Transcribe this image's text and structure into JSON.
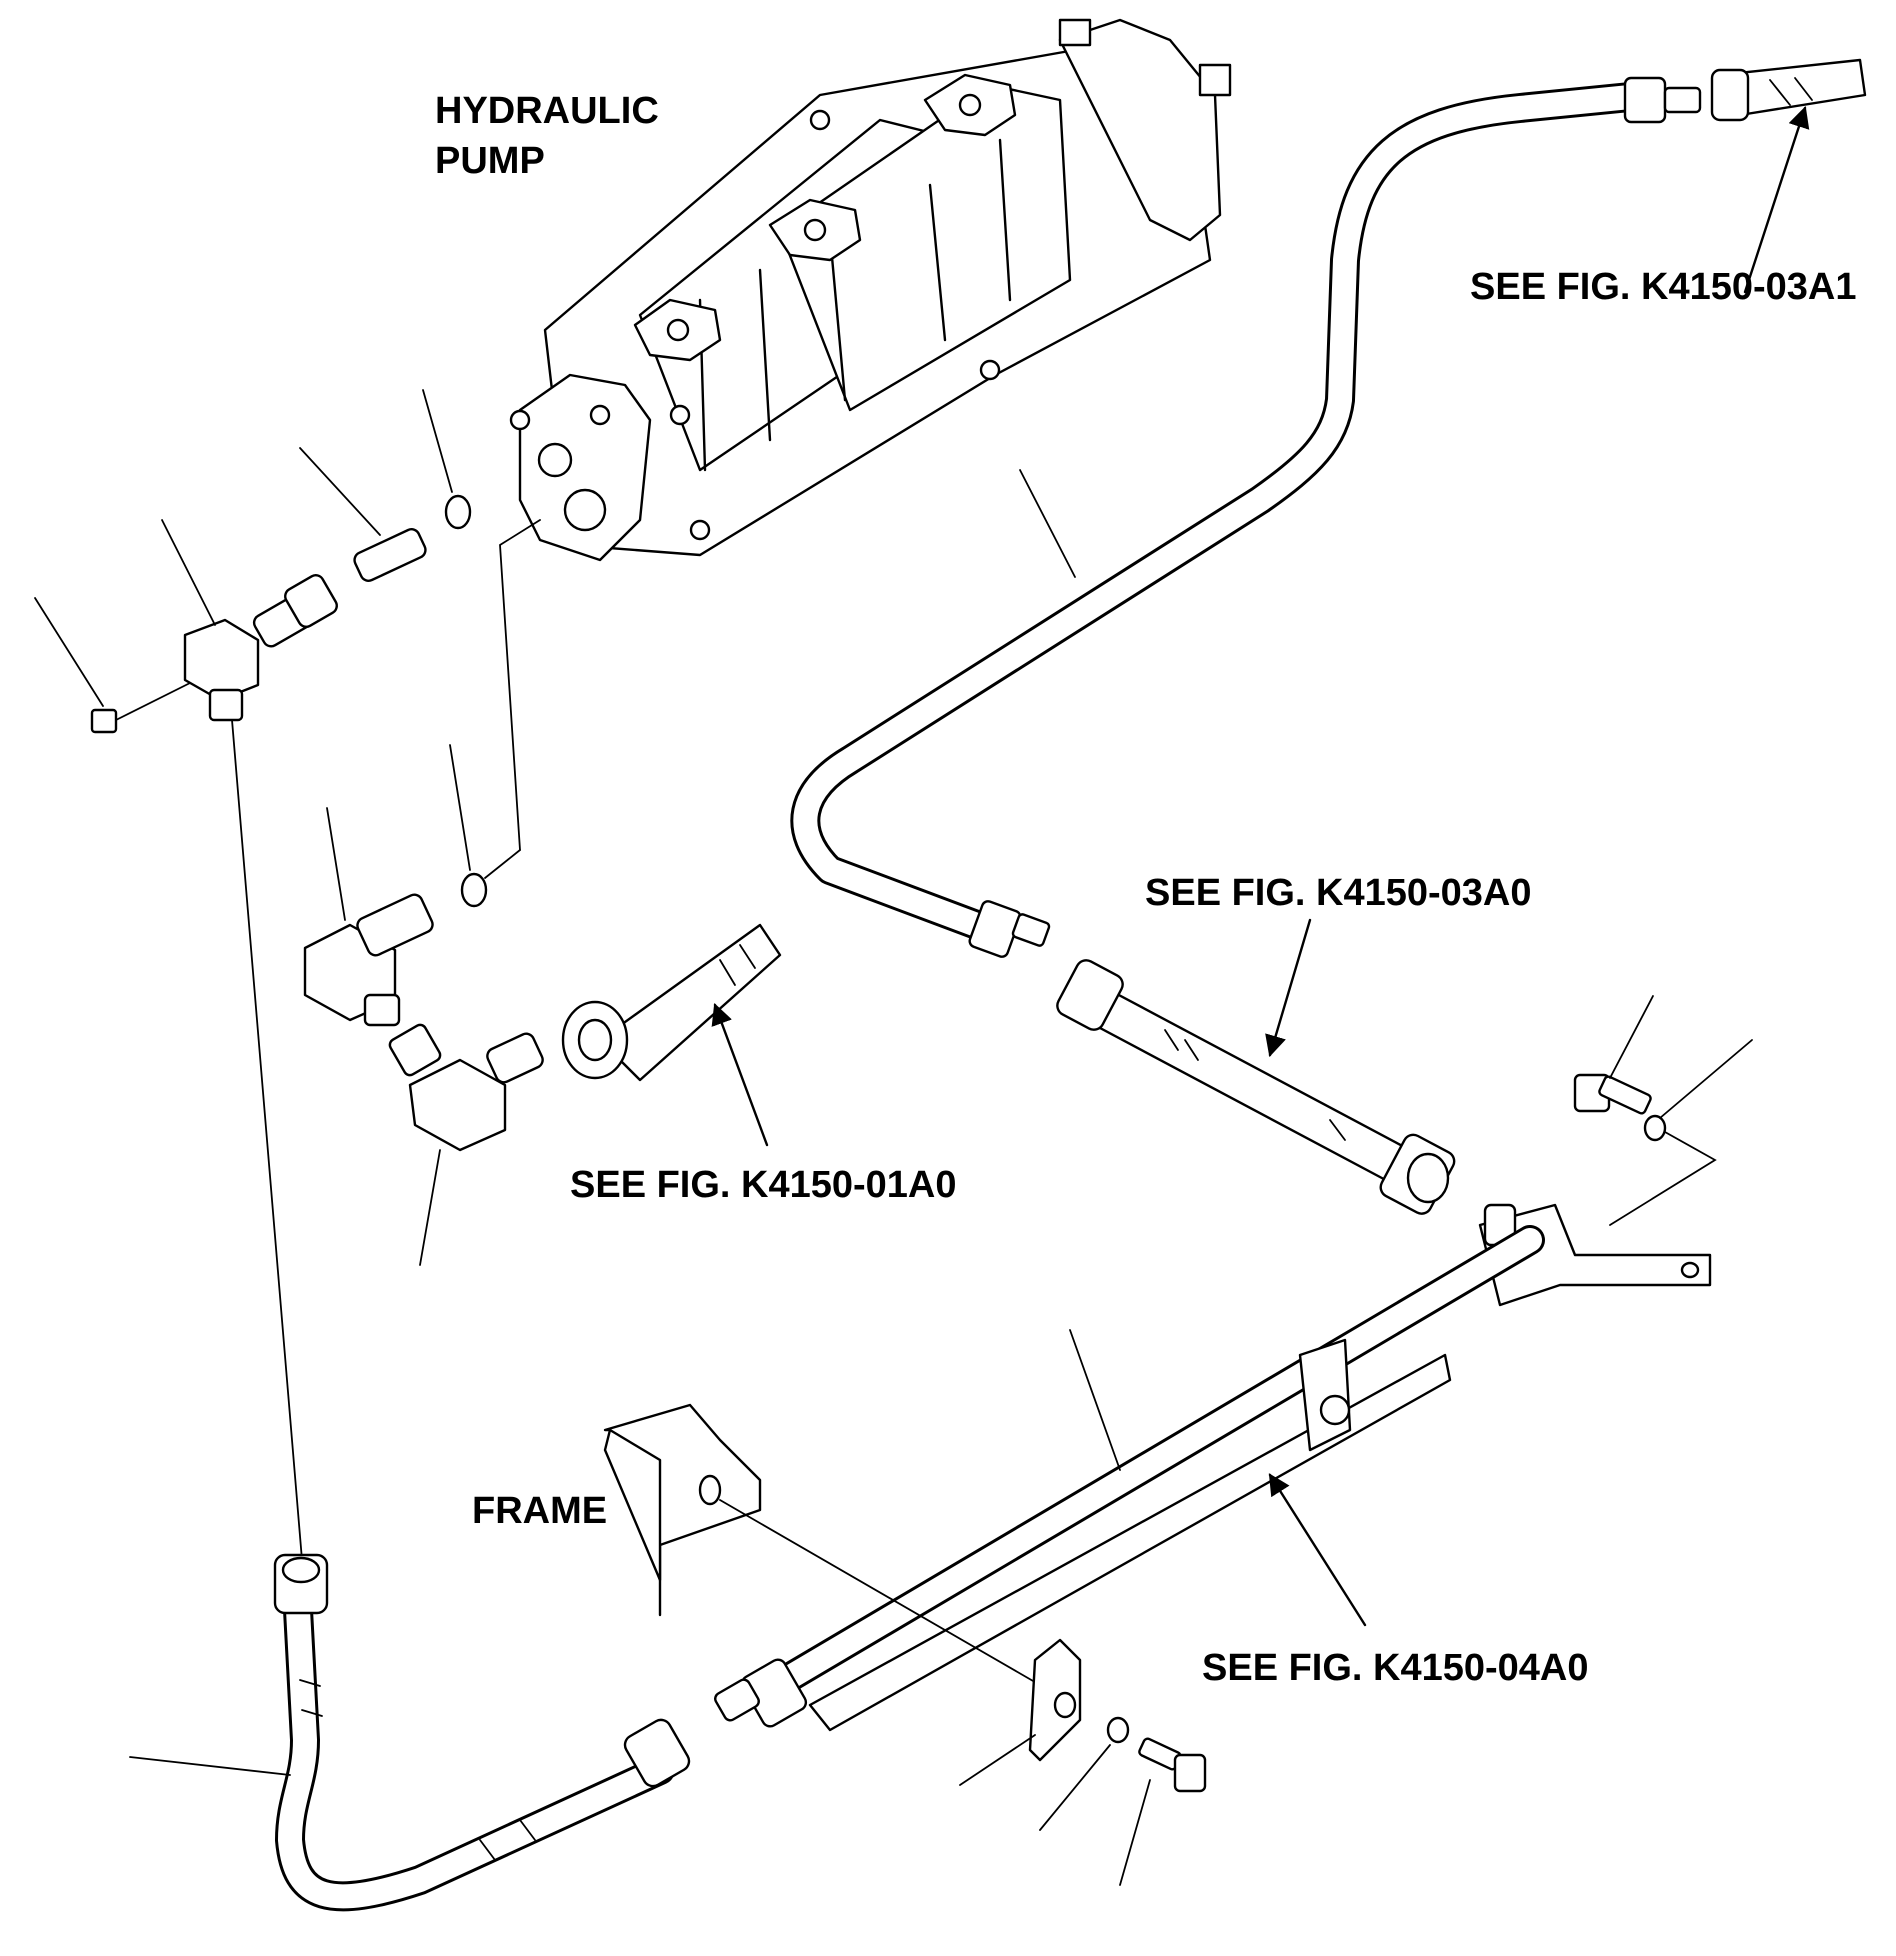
{
  "labels": {
    "hydraulic_pump_line1": "HYDRAULIC",
    "hydraulic_pump_line2": "PUMP",
    "frame": "FRAME",
    "ref_03a1": "SEE FIG. K4150-03A1",
    "ref_03a0": "SEE FIG. K4150-03A0",
    "ref_01a0": "SEE FIG. K4150-01A0",
    "ref_04a0": "SEE FIG. K4150-04A0"
  }
}
